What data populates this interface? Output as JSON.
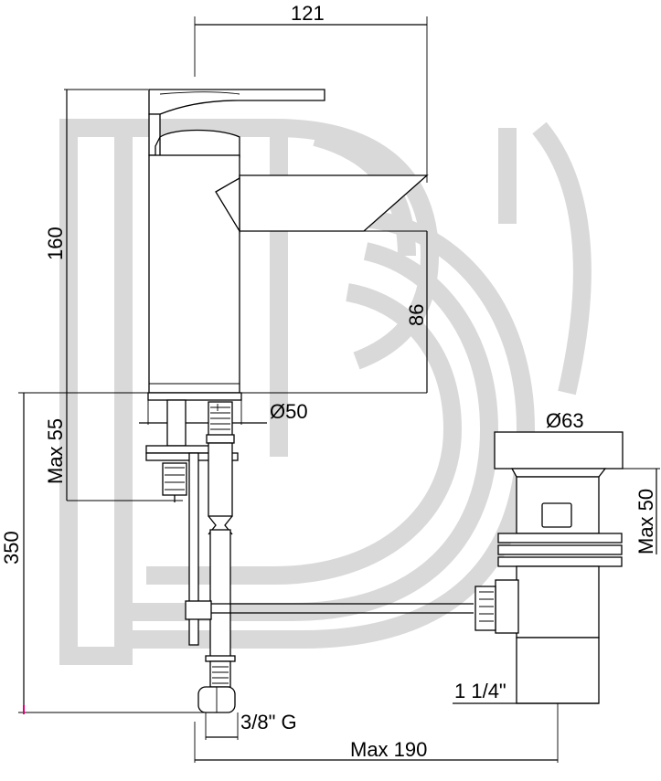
{
  "diagram": {
    "dimensions": {
      "top_width": "121",
      "height": "160",
      "spout_height": "86",
      "base_diameter": "Ø50",
      "max_deck": "Max 55",
      "total_height": "350",
      "waste_diameter": "Ø63",
      "waste_max": "Max 50",
      "waste_thread": "1 1/4\"",
      "hose_thread": "3/8\" G",
      "max_reach": "Max 190"
    },
    "colors": {
      "line": "#000000",
      "watermark": "#d9d9d9",
      "marker": "#e0007a"
    },
    "watermark": "logo-mark"
  }
}
